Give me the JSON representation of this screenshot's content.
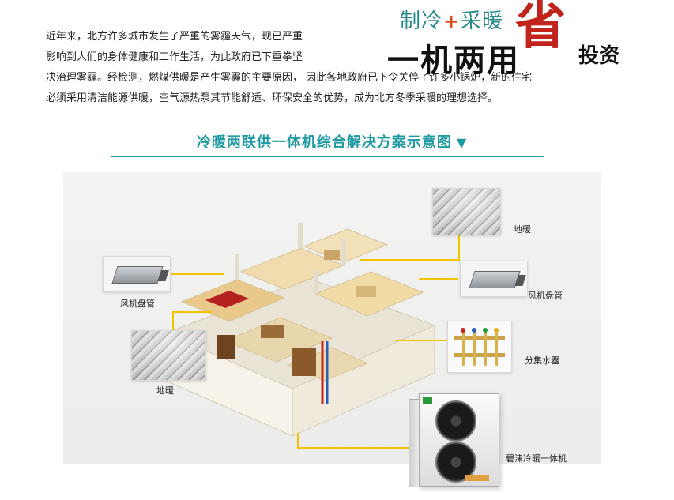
{
  "intro": {
    "line1": "近年来，北方许多城市发生了严重的雾霾天气，现已严重",
    "line2": "影响到人们的身体健康和工作生活，为此政府已下重拳坚",
    "line3": "决治理雾霾。经检测，燃煤供暖是产生雾霾的主要原因，   因此各地政府已下令关停了许多小锅炉，新的住宅",
    "line4": "必须采用清洁能源供暖，空气源热泵其节能舒适、环保安全的优势，成为北方冬季采暖的理想选择。"
  },
  "headline": {
    "cool": "制冷",
    "plus": "+",
    "heat": "采暖",
    "main": "一机两用",
    "big": "省",
    "small": "投资"
  },
  "section": {
    "title": "冷暖两联供一体机综合解决方案示意图",
    "arrow": "▼"
  },
  "labels": {
    "floor_heating_top": "地暖",
    "fan_coil_right": "风机盘管",
    "fan_coil_left": "风机盘管",
    "floor_heating_left": "地暖",
    "manifold": "分集水器",
    "unit": "碧涞冷暖一体机"
  },
  "colors": {
    "accent": "#1f9aa0",
    "highlight": "#c0241c",
    "connector": "#f2c400"
  }
}
